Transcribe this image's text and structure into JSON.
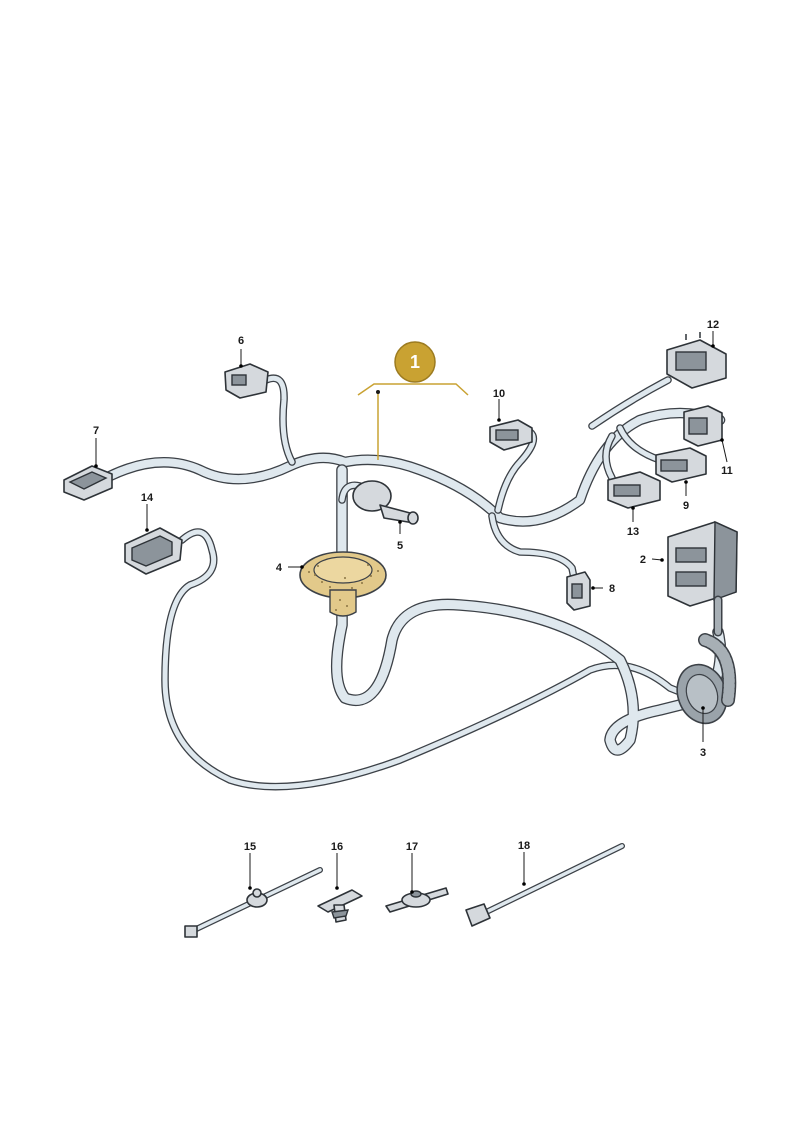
{
  "main_badge": {
    "label": "1",
    "color": "#c9a232"
  },
  "callouts": [
    {
      "id": "2",
      "label": "2"
    },
    {
      "id": "3",
      "label": "3"
    },
    {
      "id": "4",
      "label": "4"
    },
    {
      "id": "5",
      "label": "5"
    },
    {
      "id": "6",
      "label": "6"
    },
    {
      "id": "7",
      "label": "7"
    },
    {
      "id": "8",
      "label": "8"
    },
    {
      "id": "9",
      "label": "9"
    },
    {
      "id": "10",
      "label": "10"
    },
    {
      "id": "11",
      "label": "11"
    },
    {
      "id": "12",
      "label": "12"
    },
    {
      "id": "13",
      "label": "13"
    },
    {
      "id": "14",
      "label": "14"
    },
    {
      "id": "15",
      "label": "15"
    },
    {
      "id": "16",
      "label": "16"
    },
    {
      "id": "17",
      "label": "17"
    },
    {
      "id": "18",
      "label": "18"
    }
  ],
  "colors": {
    "cable_fill": "#dfe8ee",
    "cable_outline": "#3c4147",
    "grommet_highlight": "#e2c98a",
    "connector_fill": "#d5d9dd"
  }
}
